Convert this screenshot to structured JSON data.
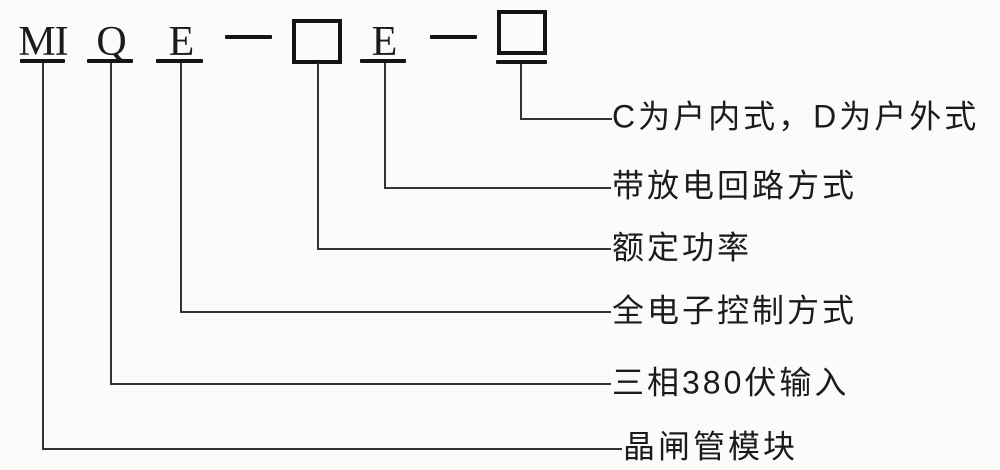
{
  "diagram": {
    "kind": "model-number-designation",
    "segments": [
      {
        "kind": "letters",
        "value": "MI"
      },
      {
        "kind": "letters",
        "value": "Q"
      },
      {
        "kind": "letters",
        "value": "E"
      },
      {
        "kind": "dash",
        "value": "—"
      },
      {
        "kind": "placeholder-box",
        "value": ""
      },
      {
        "kind": "letters",
        "value": "E"
      },
      {
        "kind": "dash",
        "value": "—"
      },
      {
        "kind": "placeholder-box",
        "value": ""
      }
    ],
    "callouts": [
      "C为户内式，D为户外式",
      "带放电回路方式",
      "额定功率",
      "全电子控制方式",
      "三相380伏输入",
      "晶闸管模块"
    ],
    "colors": {
      "ink": "#1b1b1b",
      "heavy_mark": "#141414",
      "thin_line": "#333333",
      "background": "#fbfbf9"
    }
  }
}
